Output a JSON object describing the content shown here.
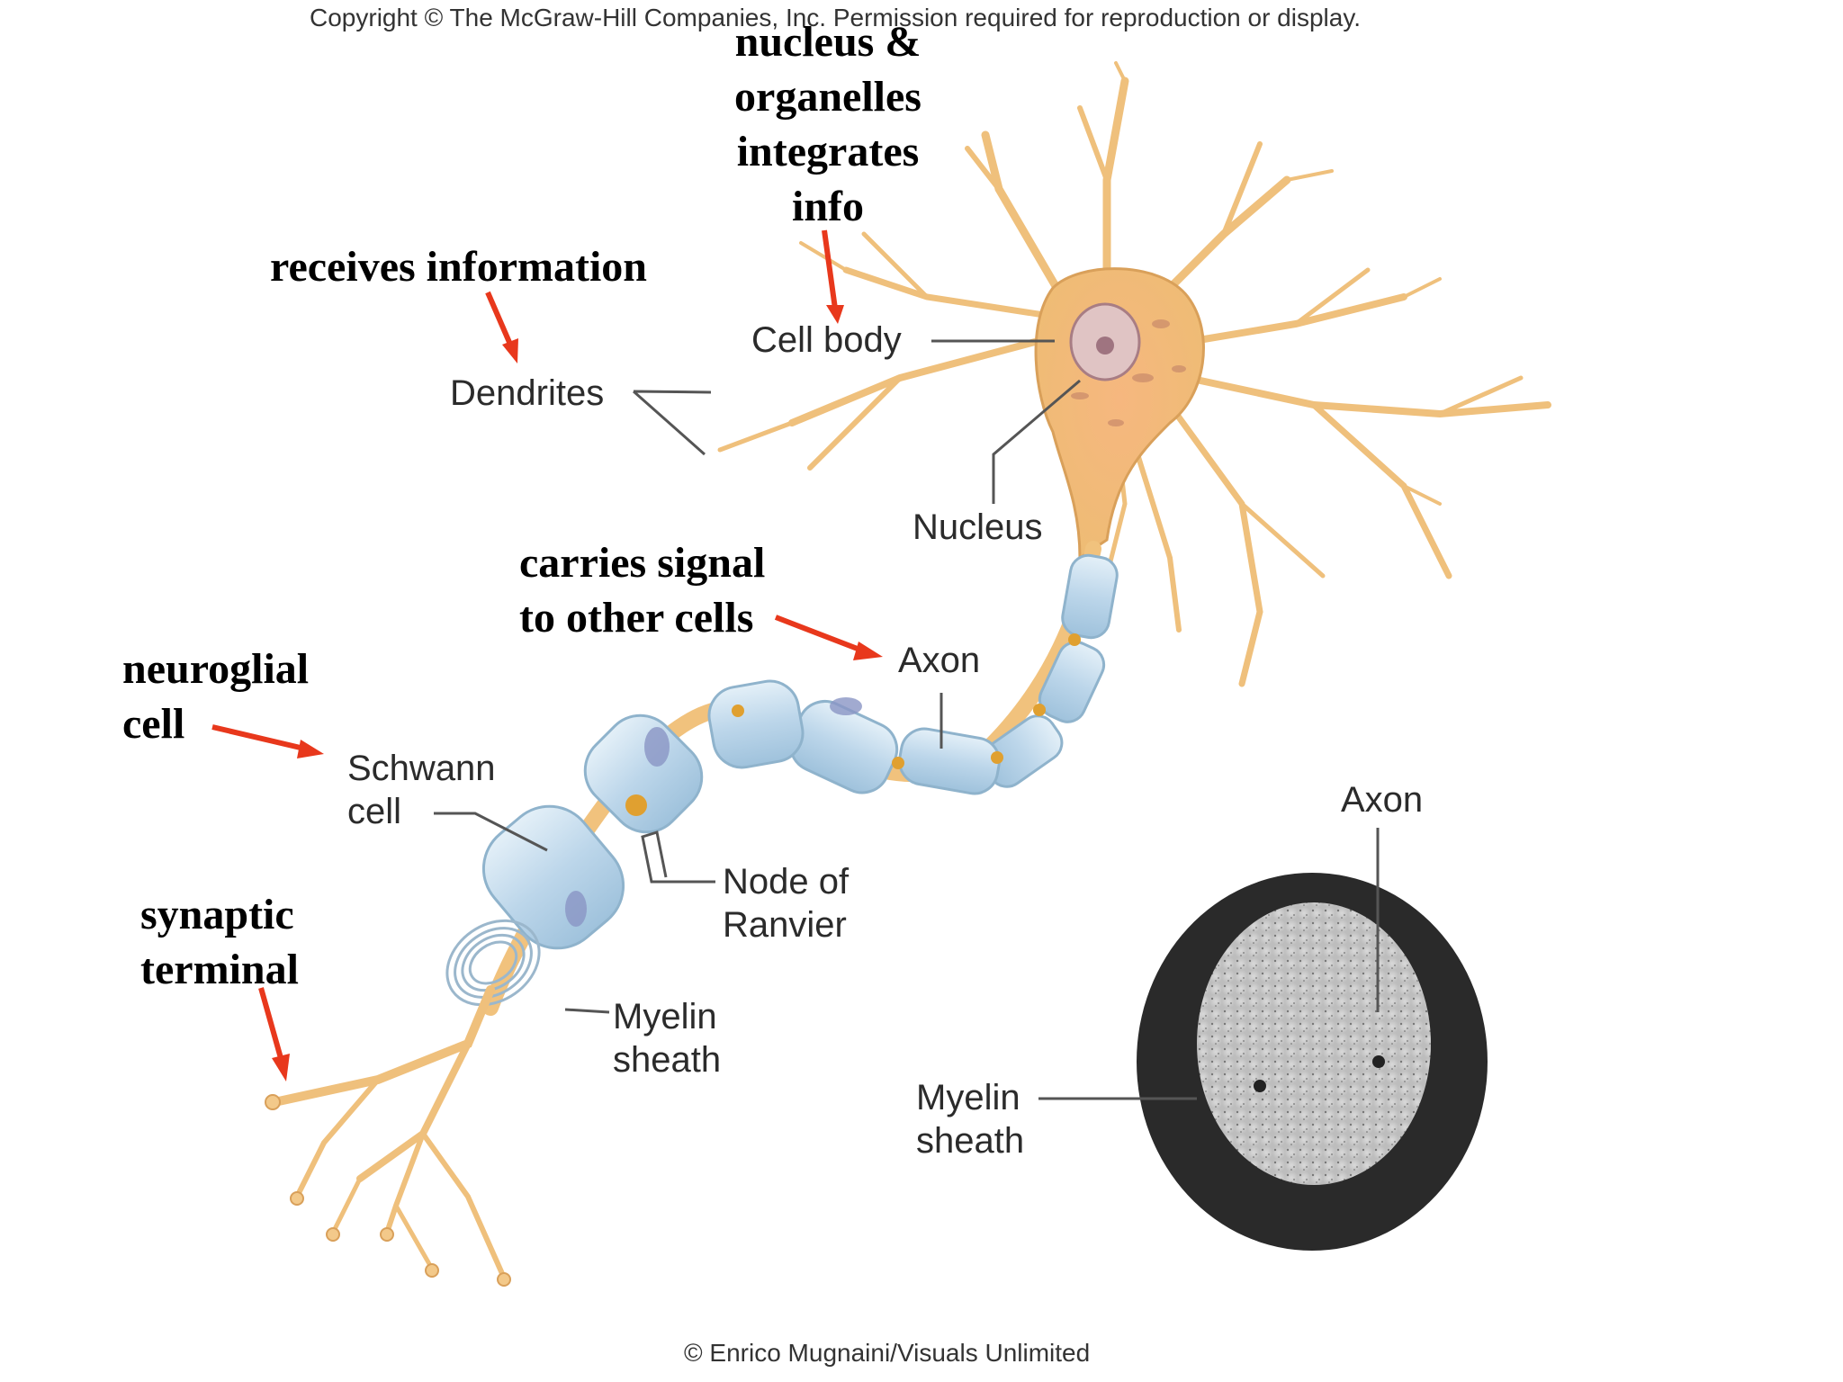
{
  "copyright_top": "Copyright © The McGraw-Hill Companies, Inc. Permission required for reproduction or display.",
  "copyright_bottom": "© Enrico Mugnaini/Visuals Unlimited",
  "labels": {
    "cell_body": "Cell body",
    "dendrites": "Dendrites",
    "nucleus": "Nucleus",
    "axon": "Axon",
    "schwann_cell": "Schwann\ncell",
    "node_of_ranvier": "Node of\nRanvier",
    "myelin_sheath": "Myelin\nsheath",
    "axon_cross_section": "Axon",
    "myelin_sheath_cross_section": "Myelin\nsheath"
  },
  "annotations": {
    "cell_body_note": "nucleus &\norganelles\nintegrates\ninfo",
    "dendrites_note": "receives information",
    "axon_note": "carries signal\nto other cells",
    "schwann_note": "neuroglial\ncell",
    "terminal_note": "synaptic\nterminal"
  },
  "colors": {
    "arrow": "#e8381c",
    "neuron": "#f1c27d",
    "neuron_stroke": "#d9a05a",
    "myelin": "#c4dcec",
    "node": "#e0a030",
    "cross_section_outer": "#2a2a2a",
    "cross_section_inner": "#cfcfcf"
  },
  "icons": {
    "arrow": "red-arrow-icon"
  }
}
